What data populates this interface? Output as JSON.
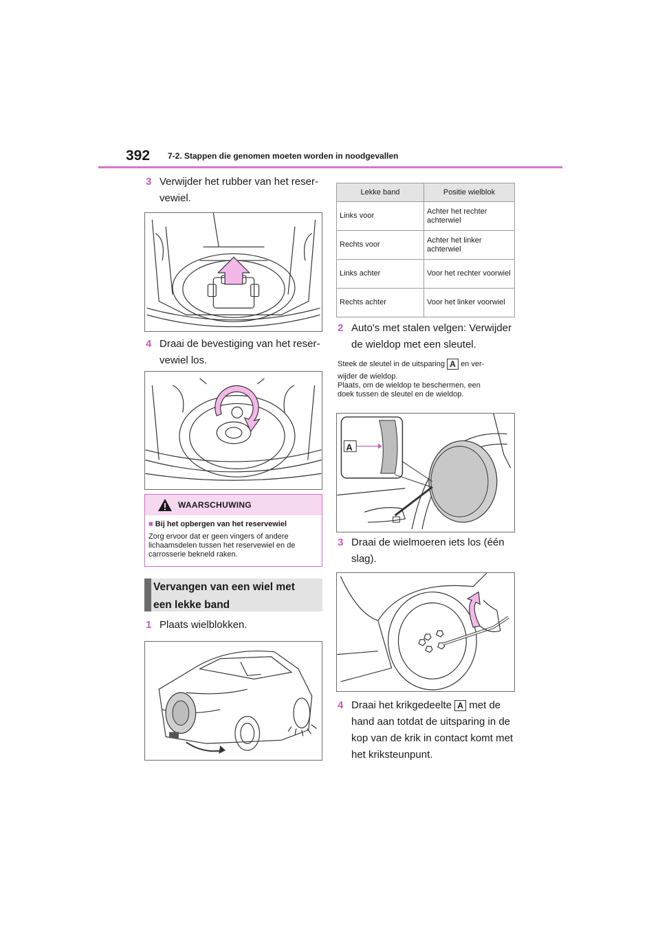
{
  "header": {
    "page_number": "392",
    "section": "7-2. Stappen die genomen moeten worden in noodgevallen"
  },
  "left_steps": {
    "step3_num": "3",
    "step3_line1": "Verwijder het rubber van het reser-",
    "step3_line2": "vewiel.",
    "step4_num": "4",
    "step4_line1": "Draai de bevestiging van het reser-",
    "step4_line2": "vewiel los."
  },
  "warning": {
    "title": "WAARSCHUWING",
    "subtitle_marker": "■",
    "subtitle": "Bij het opbergen van het reservewiel",
    "body": "Zorg ervoor dat er geen vingers of andere lichaamsdelen tussen het reservewiel en de carrosserie bekneld raken."
  },
  "section": {
    "title_line1": "Vervangen van een wiel met",
    "title_line2": "een lekke band"
  },
  "step1": {
    "num": "1",
    "text": "Plaats wielblokken."
  },
  "table": {
    "headers": [
      "Lekke band",
      "Positie wielblok"
    ],
    "rows": [
      [
        "Links voor",
        "Achter het rechter achterwiel"
      ],
      [
        "Rechts voor",
        "Achter het linker achterwiel"
      ],
      [
        "Links achter",
        "Voor het rechter voorwiel"
      ],
      [
        "Rechts achter",
        "Voor het linker voorwiel"
      ]
    ]
  },
  "step2": {
    "num": "2",
    "line1": "Auto's met stalen velgen: Verwijder",
    "line2": "de wieldop met een sleutel."
  },
  "note": {
    "before_a": "Steek de sleutel in de uitsparing",
    "after_a": "en ver-",
    "line2": "wijder de wieldop.",
    "line3": "Plaats, om de wieldop te beschermen, een",
    "line4": "doek tussen de sleutel en de wieldop."
  },
  "label_a": "A",
  "right_step3": {
    "num": "3",
    "line1": "Draai de wielmoeren iets los (één",
    "line2": "slag)."
  },
  "right_step4": {
    "num": "4",
    "before_a": "Draai het krikgedeelte",
    "after_a": "met de",
    "line2": "hand aan totdat de uitsparing in de",
    "line3": "kop van de krik in contact komt met",
    "line4": "het kriksteunpunt."
  },
  "colors": {
    "accent": "#c65ab8",
    "rule": "#d677c8",
    "warning_bg": "#f6d8f1",
    "arrow_fill": "#f4b8e8"
  }
}
